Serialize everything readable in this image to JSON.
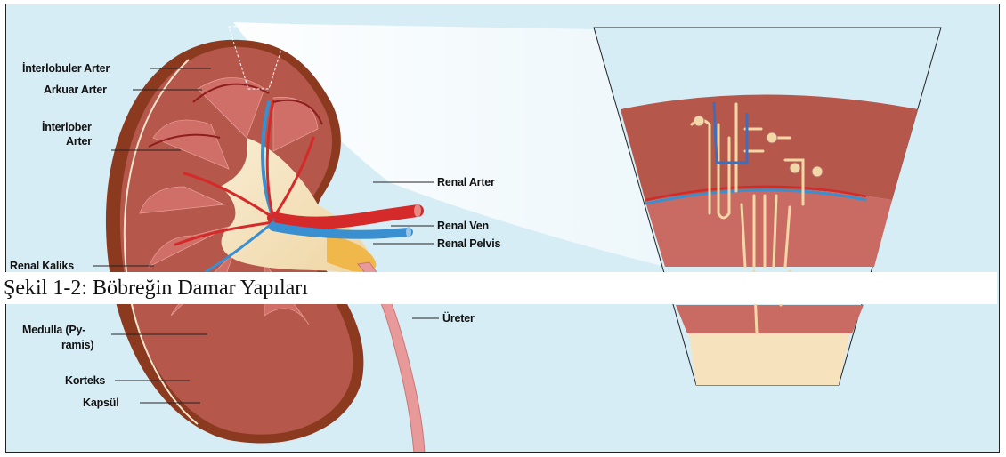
{
  "figure": {
    "caption": "Şekil 1-2: Böbreğin Damar Yapıları",
    "labels": {
      "interlobuler_arter": "İnterlobuler Arter",
      "arkuar_arter": "Arkuar Arter",
      "interlober_line1": "İnterlober",
      "interlober_line2": "Arter",
      "renal_arter": "Renal Arter",
      "renal_ven": "Renal Ven",
      "renal_pelvis": "Renal Pelvis",
      "renal_kaliks": "Renal Kaliks",
      "ureter": "Üreter",
      "medulla_line1": "Medulla (Py-",
      "medulla_line2": "ramis)",
      "korteks": "Korteks",
      "kapsul": "Kapsül"
    },
    "colors": {
      "background": "#d7edf6",
      "capsule": "#8b3a20",
      "cortex": "#b5574a",
      "medulla": "#c96a63",
      "pelvis": "#f6e2bd",
      "artery": "#d42a2a",
      "vein": "#3a8fd0",
      "ureter": "#e89a9a"
    }
  }
}
